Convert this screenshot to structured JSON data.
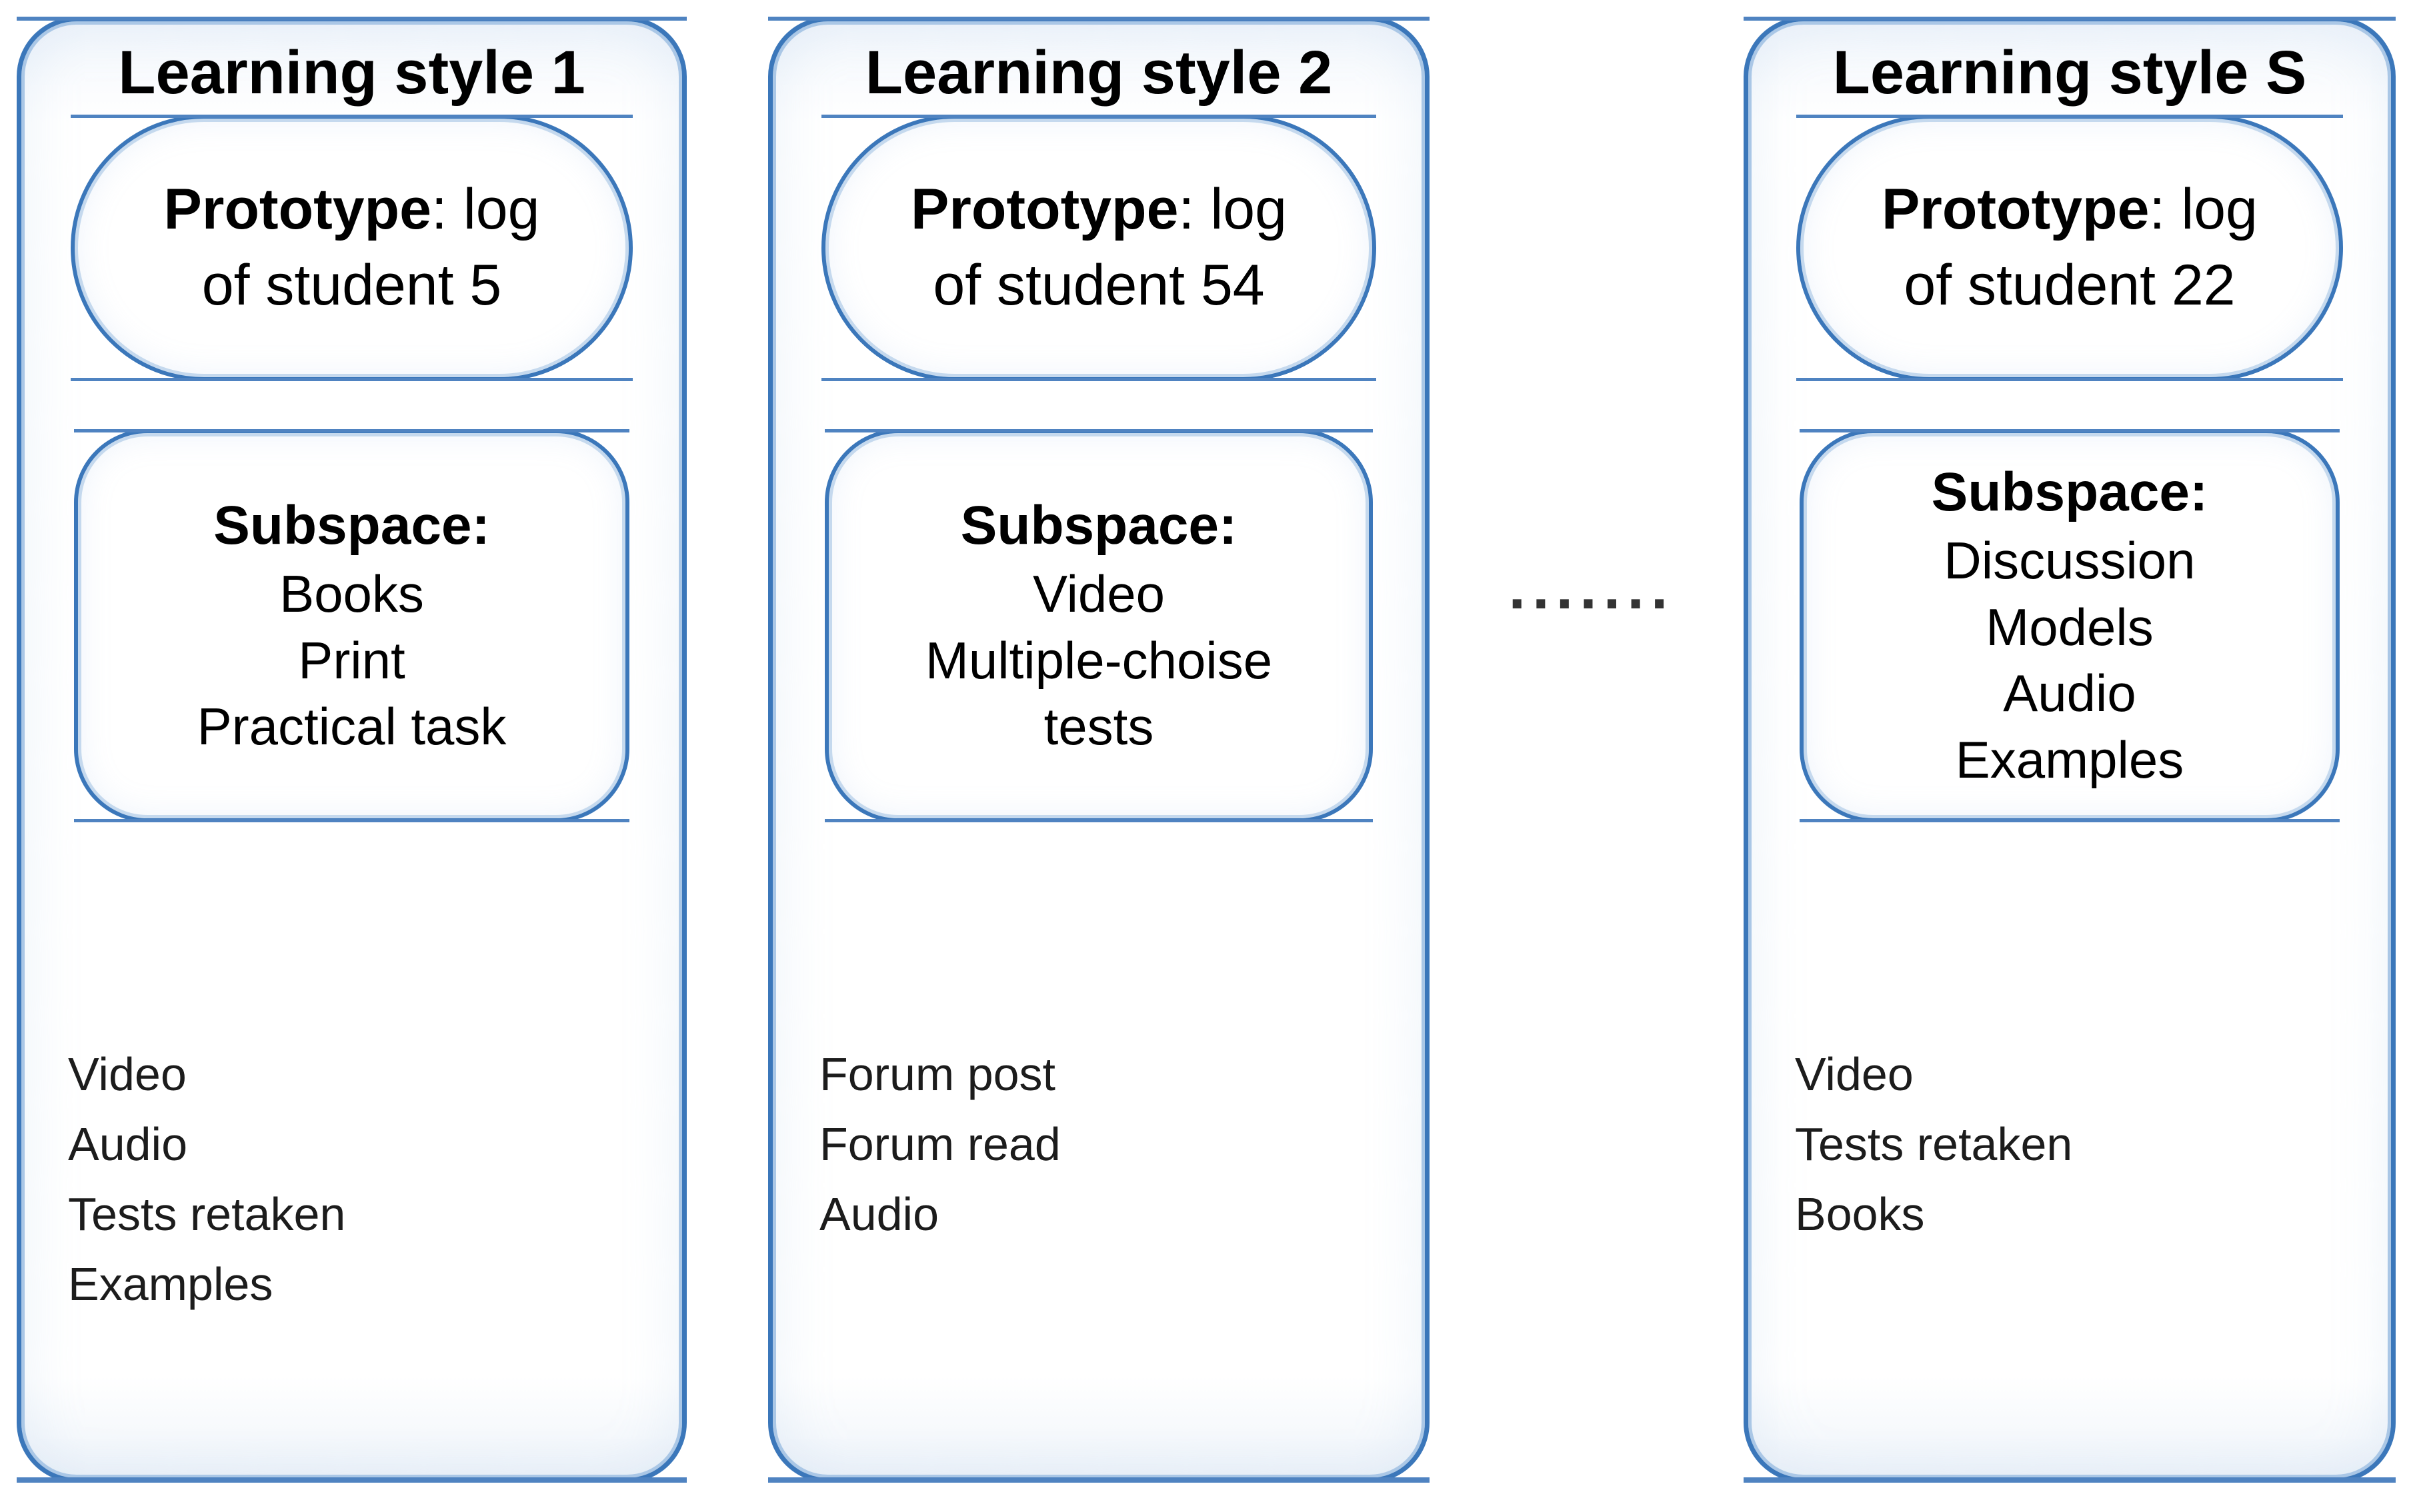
{
  "figure": {
    "ellipsis": ".......",
    "colors": {
      "border_blue": "#3b77ba",
      "border_light_blue": "#aac7e6",
      "accent_line_blue": "#4f83c1",
      "text_black": "#000000",
      "dots_gray": "#333333"
    },
    "panels": [
      {
        "title": "Learning style 1",
        "prototype_label": "Prototype",
        "prototype_rest": ": log",
        "prototype_line2": "of student 5",
        "subspace_label": "Subspace:",
        "subspace_items": [
          "Books",
          "Print",
          "Practical task"
        ],
        "activity_items": [
          "Video",
          "Audio",
          "Tests retaken",
          "Examples"
        ]
      },
      {
        "title": "Learning style 2",
        "prototype_label": "Prototype",
        "prototype_rest": ": log",
        "prototype_line2": "of student 54",
        "subspace_label": "Subspace:",
        "subspace_items": [
          "Video",
          "Multiple-choise tests"
        ],
        "activity_items": [
          "Forum post",
          "Forum read",
          "Audio"
        ]
      },
      {
        "title": "Learning style S",
        "prototype_label": "Prototype",
        "prototype_rest": ": log",
        "prototype_line2": "of student 22",
        "subspace_label": "Subspace:",
        "subspace_items": [
          "Discussion",
          "Models",
          "Audio",
          "Examples"
        ],
        "activity_items": [
          "Video",
          "Tests retaken",
          "Books"
        ]
      }
    ]
  }
}
